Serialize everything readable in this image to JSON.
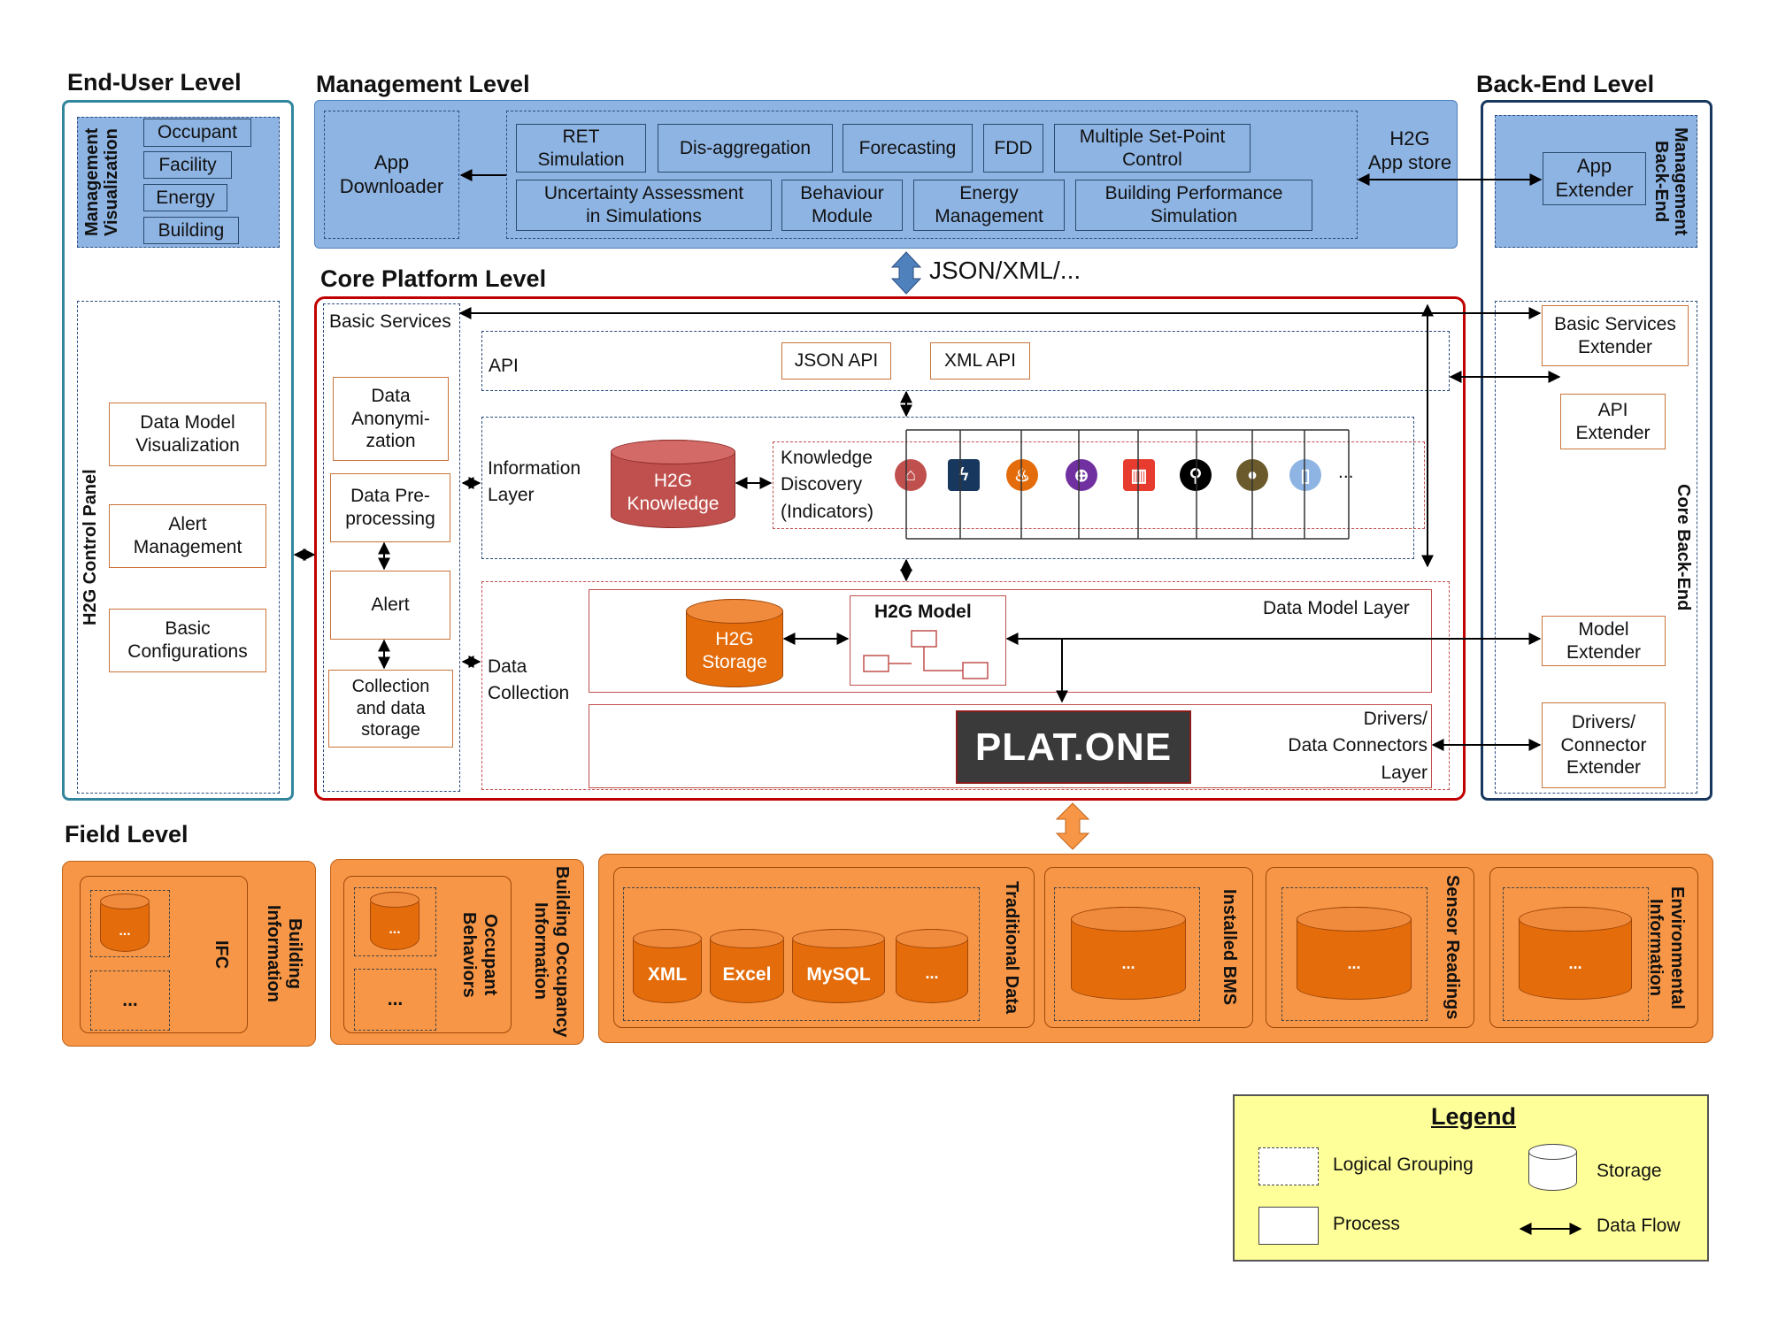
{
  "levels": {
    "end_user": "End-User Level",
    "management": "Management Level",
    "back_end": "Back-End Level",
    "core": "Core Platform Level",
    "field": "Field Level"
  },
  "end_user": {
    "mv_title": "Management\nVisualization",
    "mv_items": [
      "Occupant",
      "Facility",
      "Energy",
      "Building"
    ],
    "control_panel": "H2G Control Panel",
    "cp_items": [
      "Data Model\nVisualization",
      "Alert\nManagement",
      "Basic\nConfigurations"
    ]
  },
  "management": {
    "app_downloader": "App\nDownloader",
    "app_store": "H2G\nApp store",
    "apps_row1": [
      "RET\nSimulation",
      "Dis-aggregation",
      "Forecasting",
      "FDD",
      "Multiple Set-Point\nControl"
    ],
    "apps_row2": [
      "Uncertainty Assessment\nin Simulations",
      "Behaviour\nModule",
      "Energy\nManagement",
      "Building Performance\nSimulation"
    ]
  },
  "back_end": {
    "mgmt_title": "Management\nBack-End",
    "app_extender": "App\nExtender",
    "core_title": "Core Back-End",
    "extenders": [
      "Basic Services\nExtender",
      "API\nExtender",
      "Model\nExtender",
      "Drivers/\nConnector\nExtender"
    ]
  },
  "json_label": "JSON/XML/...",
  "core": {
    "basic_services": "Basic Services",
    "bs_items": [
      "Data\nAnonymi-\nzation",
      "Data Pre-\nprocessing",
      "Alert",
      "Collection\nand data\nstorage"
    ],
    "api": "API",
    "json_api": "JSON API",
    "xml_api": "XML API",
    "info_layer": "Information\nLayer",
    "knowledge": "H2G\nKnowledge",
    "kd": "Knowledge\nDiscovery\n(Indicators)",
    "ellipsis": "...",
    "data_collection": "Data\nCollection",
    "dml": "Data Model Layer",
    "storage": "H2G\nStorage",
    "model": "H2G Model",
    "drivers": "Drivers/\nData Connectors\nLayer",
    "logo": "PLAT.ONE"
  },
  "field": {
    "g1_title": "Building\nInformation",
    "g1_ifc": "IFC",
    "g2_title": "Building Occupancy\nInformation",
    "g2_sub": "Occupant\nBehaviors",
    "dots": "...",
    "traditional": "Traditional Data",
    "trad_items": [
      "XML",
      "Excel",
      "MySQL",
      "..."
    ],
    "bms": "Installed BMS",
    "sensor": "Sensor Readings",
    "env": "Environmental\nInformation"
  },
  "legend": {
    "title": "Legend",
    "logical": "Logical Grouping",
    "process": "Process",
    "storage": "Storage",
    "flow": "Data Flow"
  },
  "colors": {
    "blue_fill": "#8eb4e3",
    "orange_fill": "#f79646",
    "orange_dark": "#e46c0a",
    "red_frame": "#c00000",
    "knowledge_red": "#c0504d",
    "legend_fill": "#ffff99"
  },
  "icons": [
    "factory-icon",
    "lightning-icon",
    "fire-icon",
    "thermometer-icon",
    "radiator-icon",
    "water-tap-icon",
    "light-bulb-icon",
    "water-bottle-icon"
  ]
}
